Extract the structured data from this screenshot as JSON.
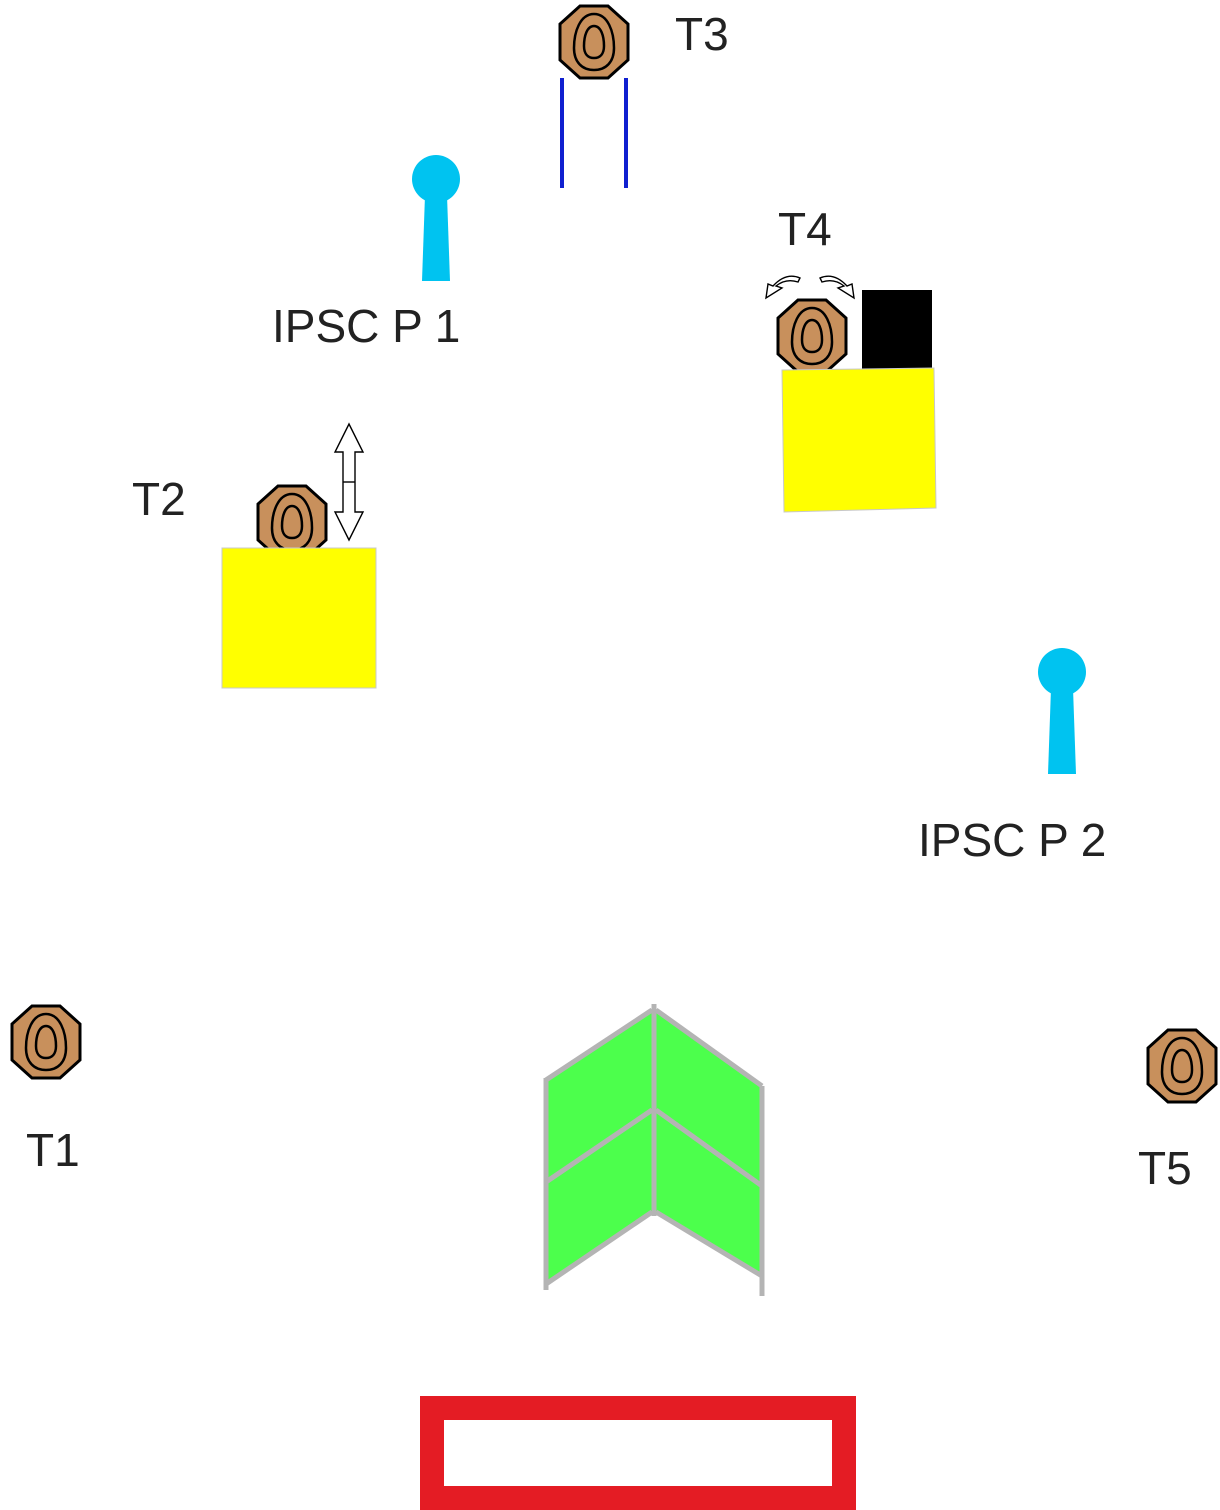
{
  "labels": {
    "t1": "T1",
    "t2": "T2",
    "t3": "T3",
    "t4": "T4",
    "t5": "T5",
    "popper1": "IPSC P 1",
    "popper2": "IPSC P 2"
  },
  "colors": {
    "target_fill": "#c8905c",
    "target_stroke": "#000000",
    "popper": "#00c3f0",
    "barrel_yellow": "#ffff00",
    "hard_cover": "#000000",
    "wall_green": "#4cff4c",
    "wall_frame": "#b4b4b4",
    "start_box": "#e41c24",
    "support_blue": "#1020d0"
  },
  "icons": {
    "target": "ipsc-paper-target-icon",
    "popper": "ipsc-popper-icon",
    "vertical_move": "up-down-arrow-icon",
    "swinger": "swing-arrows-icon"
  }
}
